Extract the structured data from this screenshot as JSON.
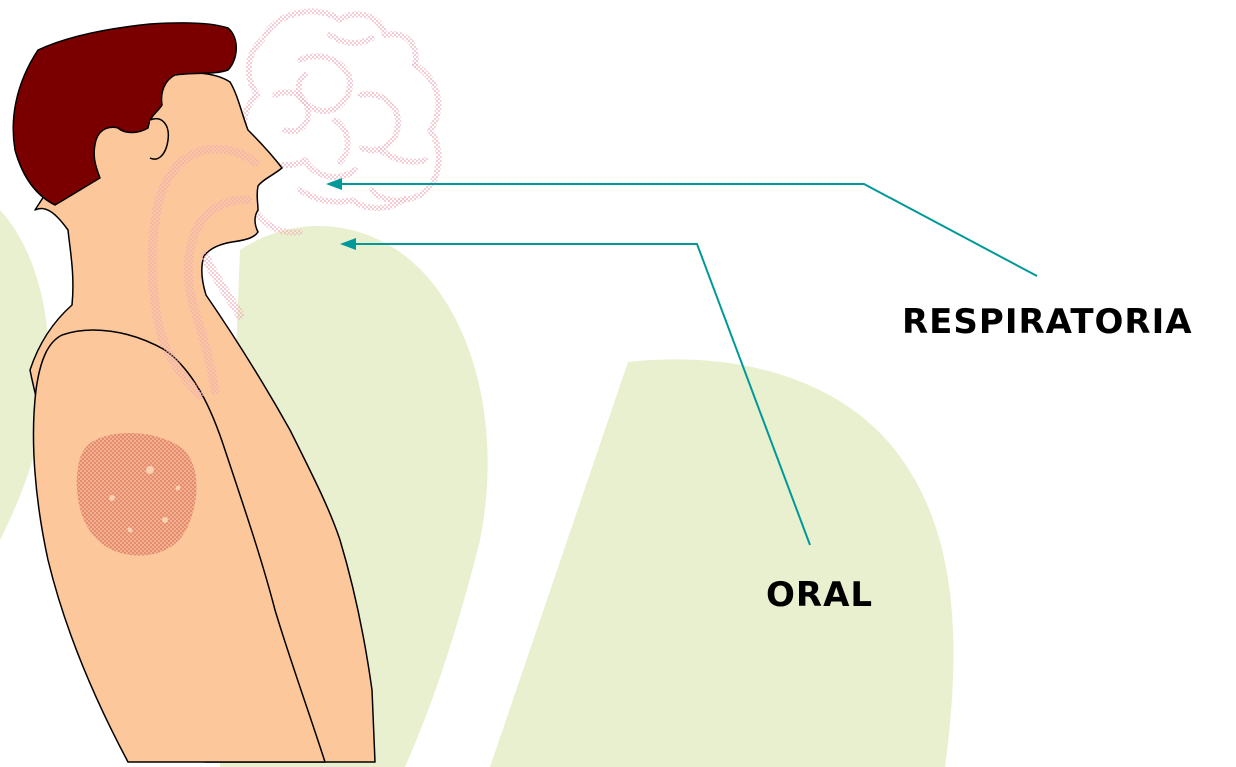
{
  "labels": {
    "respiratory": "RESPIRATORIA",
    "oral": "ORAL"
  },
  "colors": {
    "background": "#ffffff",
    "background_shape": "#e9f0cf",
    "skin": "#fcc89b",
    "hair": "#7a0000",
    "airway": "#f6d6dc",
    "skin_lesion": "#ee9f7f",
    "leader_line": "#009999"
  },
  "icons": [
    "human-figure",
    "respiratory-tract",
    "vapor-cloud",
    "skin-lesion"
  ]
}
